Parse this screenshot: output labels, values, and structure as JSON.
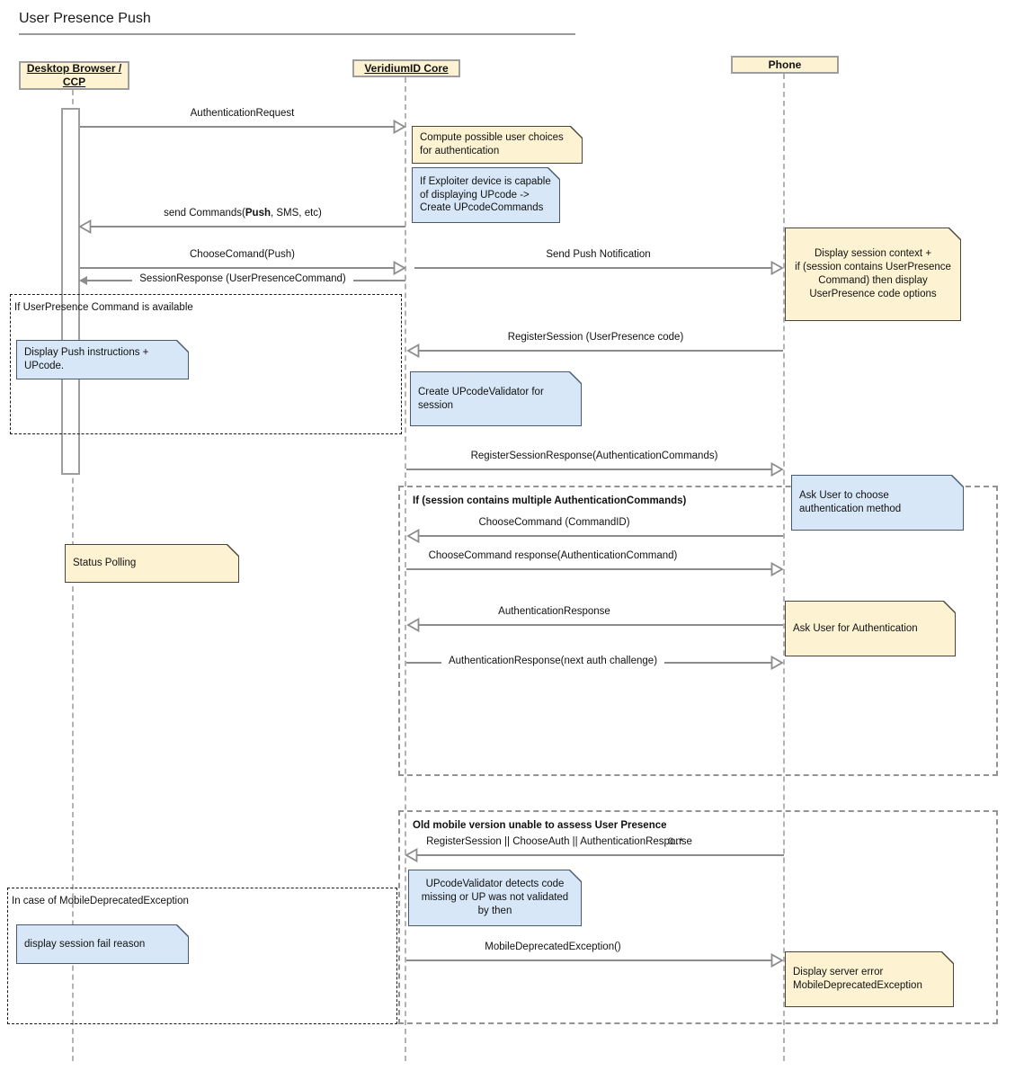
{
  "title": "User Presence Push",
  "actors": {
    "desktop": "Desktop Browser /\nCCP",
    "core": "VeridiumID Core",
    "phone": "Phone"
  },
  "fragments": [
    {
      "label": "If UserPresence Command is available"
    },
    {
      "label": "If (session contains multiple AuthenticationCommands)"
    },
    {
      "label": "Old mobile version unable to assess User Presence"
    },
    {
      "label": "In case of MobileDeprecatedException"
    }
  ],
  "messages": [
    {
      "label": "AuthenticationRequest"
    },
    {
      "pre": "send Commands(",
      "bold": "Push",
      "post": ", SMS, etc)"
    },
    {
      "label": "ChooseComand(Push)"
    },
    {
      "label": "Send Push Notification"
    },
    {
      "label": "SessionResponse (UserPresenceCommand)"
    },
    {
      "label": "RegisterSession (UserPresence code)"
    },
    {
      "label": "RegisterSessionResponse(AuthenticationCommands)"
    },
    {
      "label": "ChooseCommand (CommandID)"
    },
    {
      "label": "ChooseCommand response(AuthenticationCommand)"
    },
    {
      "label": "AuthenticationResponse"
    },
    {
      "label": "AuthenticationResponse(next auth challenge)"
    },
    {
      "label": "RegisterSession || ChooseAuth || AuthenticationResponse",
      "multiplicity": "0..*"
    },
    {
      "label": "MobileDeprecatedException()"
    }
  ],
  "notes": [
    {
      "text": "Compute possible user choices\nfor authentication"
    },
    {
      "text": "If Exploiter device is capable\nof displaying UPcode ->\nCreate UPcodeCommands"
    },
    {
      "text": "Display session context +\nif (session contains UserPresence\nCommand) then display\nUserPresence code options"
    },
    {
      "text": "Display Push instructions +\nUPcode."
    },
    {
      "text": "Create UPcodeValidator for\nsession"
    },
    {
      "text": "Ask User to choose\nauthentication method"
    },
    {
      "text": "Status Polling"
    },
    {
      "text": "Ask User for Authentication"
    },
    {
      "text": "UPcodeValidator detects code\nmissing or UP was not validated\nby then"
    },
    {
      "text": "display session fail reason"
    },
    {
      "text": "Display server error\nMobileDeprecatedException"
    }
  ],
  "colors": {
    "note_yellow": "#fdf3d2",
    "note_blue": "#d8e7f7",
    "arrow_gray": "#8c8c8c",
    "actor_fill": "#fdf3d2"
  }
}
